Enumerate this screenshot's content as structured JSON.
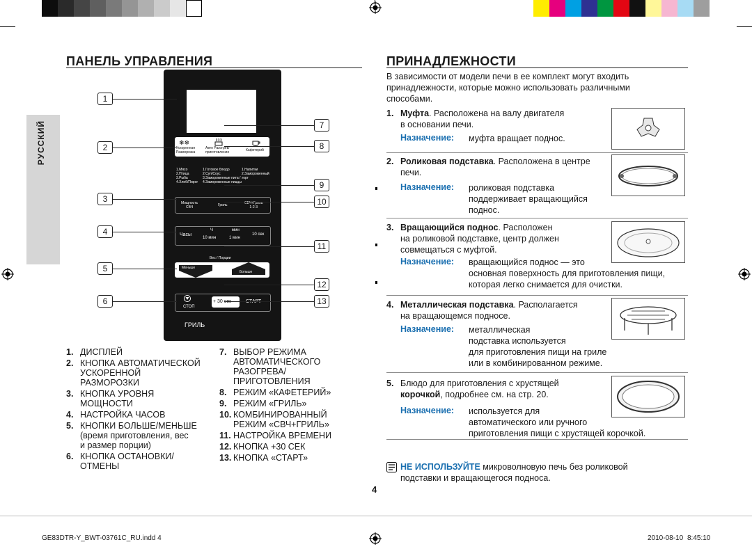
{
  "colors": {
    "gray_swatches": [
      "#0d0d0d",
      "#2a2a2a",
      "#454545",
      "#5f5f5f",
      "#7a7a7a",
      "#959595",
      "#b0b0b0",
      "#cbcbcb",
      "#e6e6e6",
      "#ffffff"
    ],
    "color_swatches": [
      "#ffed00",
      "#e6007e",
      "#00a0e3",
      "#2e3192",
      "#009640",
      "#e30613",
      "#111111",
      "#fff799",
      "#f6b6d1",
      "#a7dbf4",
      "#9e9e9e"
    ]
  },
  "sidebar": {
    "language": "РУССКИЙ"
  },
  "control_panel": {
    "title": "ПАНЕЛЬ УПРАВЛЕНИЯ",
    "callouts": [
      "1",
      "2",
      "3",
      "4",
      "5",
      "6",
      "7",
      "8",
      "9",
      "10",
      "11",
      "12",
      "13"
    ],
    "device": {
      "btn_defrost_top": "Ускоренная",
      "btn_defrost_bottom": "Разморозка",
      "btn_auto_top": "Авто Разогрев/",
      "btn_auto_bottom": "приготовление",
      "btn_cafe": "Кафетерий",
      "foods": [
        [
          "1.Мясо",
          "1.Готовое блюдо",
          "1.Напитки"
        ],
        [
          "2.Птица",
          "2.Суп/Соус",
          "2.Замороженный"
        ],
        [
          "3.Рыба",
          "3.Замороженные пита / лаваш",
          "торт"
        ],
        [
          "4.Хлеб/Пирог",
          "4.Замороженные пиццы",
          ""
        ]
      ],
      "power_top": "Мощность",
      "power_bottom": "СВЧ",
      "grill": "Гриль",
      "combo_top": "СВЧ+Гриль",
      "combo_bottom": "1-2-3",
      "clock": "Часы",
      "clock_h": "Ч",
      "clock_10min": "10 мин",
      "clock_min": "мин",
      "clock_1min": "1 мин",
      "clock_10sec": "10 сек",
      "weight": "Вес / Порции",
      "less": "Меньше",
      "more": "Больше",
      "stop": "СТОП",
      "plus30": "+ 30 сек",
      "start": "СТАРТ",
      "brand": "ГРИЛЬ"
    },
    "legend_left": [
      {
        "n": "1.",
        "lines": [
          "ДИСПЛЕЙ"
        ]
      },
      {
        "n": "2.",
        "lines": [
          "КНОПКА АВТОМАТИЧЕСКОЙ",
          "УСКОРЕННОЙ",
          "РАЗМОРОЗКИ"
        ]
      },
      {
        "n": "3.",
        "lines": [
          "КНОПКА УРОВНЯ",
          "МОЩНОСТИ"
        ]
      },
      {
        "n": "4.",
        "lines": [
          "НАСТРОЙКА ЧАСОВ"
        ]
      },
      {
        "n": "5.",
        "lines": [
          "КНОПКИ БОЛЬШЕ/МЕНЬШЕ",
          "(время приготовления, вес",
          "и размер порции)"
        ]
      },
      {
        "n": "6.",
        "lines": [
          "КНОПКА ОСТАНОВКИ/",
          "ОТМЕНЫ"
        ]
      }
    ],
    "legend_right": [
      {
        "n": "7.",
        "lines": [
          "ВЫБОР РЕЖИМА",
          "АВТОМАТИЧЕСКОГО",
          "РАЗОГРЕВА/",
          "ПРИГОТОВЛЕНИЯ"
        ]
      },
      {
        "n": "8.",
        "lines": [
          "РЕЖИМ «КАФЕТЕРИЙ»"
        ]
      },
      {
        "n": "9.",
        "lines": [
          "РЕЖИМ «ГРИЛЬ»"
        ]
      },
      {
        "n": "10.",
        "lines": [
          "КОМБИНИРОВАННЫЙ",
          "РЕЖИМ «СВЧ+ГРИЛЬ»"
        ]
      },
      {
        "n": "11.",
        "lines": [
          "НАСТРОЙКА ВРЕМЕНИ"
        ]
      },
      {
        "n": "12.",
        "lines": [
          "КНОПКА +30 сек"
        ]
      },
      {
        "n": "13.",
        "lines": [
          "КНОПКА «СТАРТ»"
        ]
      }
    ]
  },
  "accessories": {
    "title": "ПРИНАДЛЕЖНОСТИ",
    "intro": "В зависимости от модели печи в ее комплект могут входить принадлежности, которые можно использовать различными способами.",
    "purpose_label": "Назначение:",
    "items": [
      {
        "num": "1.",
        "name": "Муфта",
        "desc_lines": [
          "Муфта. Расположена на валу двигателя",
          "в основании печи."
        ],
        "purpose_lines": [
          "муфта вращает поднос."
        ]
      },
      {
        "num": "2.",
        "name": "Роликовая подставка",
        "desc_lines": [
          "Роликовая подставка. Расположена в центре",
          "печи."
        ],
        "purpose_lines": [
          "роликовая подставка",
          "поддерживает вращающийся",
          "поднос."
        ]
      },
      {
        "num": "3.",
        "name": "Вращающийся поднос",
        "desc_lines": [
          "Вращающийся поднос. Расположен",
          "на роликовой подставке, центр должен",
          "совмещаться с муфтой."
        ],
        "purpose_lines": [
          "вращающийся поднос — это",
          "основная поверхность для приготовления пищи,",
          "которая легко снимается для очистки."
        ]
      },
      {
        "num": "4.",
        "name": "Металлическая подставка",
        "desc_lines": [
          "Металлическая подставка. Располагается",
          "на вращающемся подносе."
        ],
        "purpose_lines": [
          "металлическая",
          "подставка используется",
          "для приготовления пищи на гриле",
          "или в комбинированном режиме."
        ]
      },
      {
        "num": "5.",
        "name": "Блюдо для приготовления с хрустящей корочкой",
        "desc_lines": [
          "Блюдо для приготовления с хрустящей",
          "корочкой, подробнее см. на стр. 20."
        ],
        "purpose_lines": [
          "используется для",
          "автоматического или ручного",
          "приготовления пищи с хрустящей корочкой."
        ]
      }
    ],
    "warning_bold": "НЕ ИСПОЛЬЗУЙТЕ",
    "warning_rest": " микроволновую печь без роликовой",
    "warning_line2": "подставки и вращающегося подноса."
  },
  "page_number": "4",
  "footer": {
    "file": "GE83DTR-Y_BWT-03761C_RU.indd   4",
    "date": "2010-08-10",
    "time": "8:45:10"
  }
}
